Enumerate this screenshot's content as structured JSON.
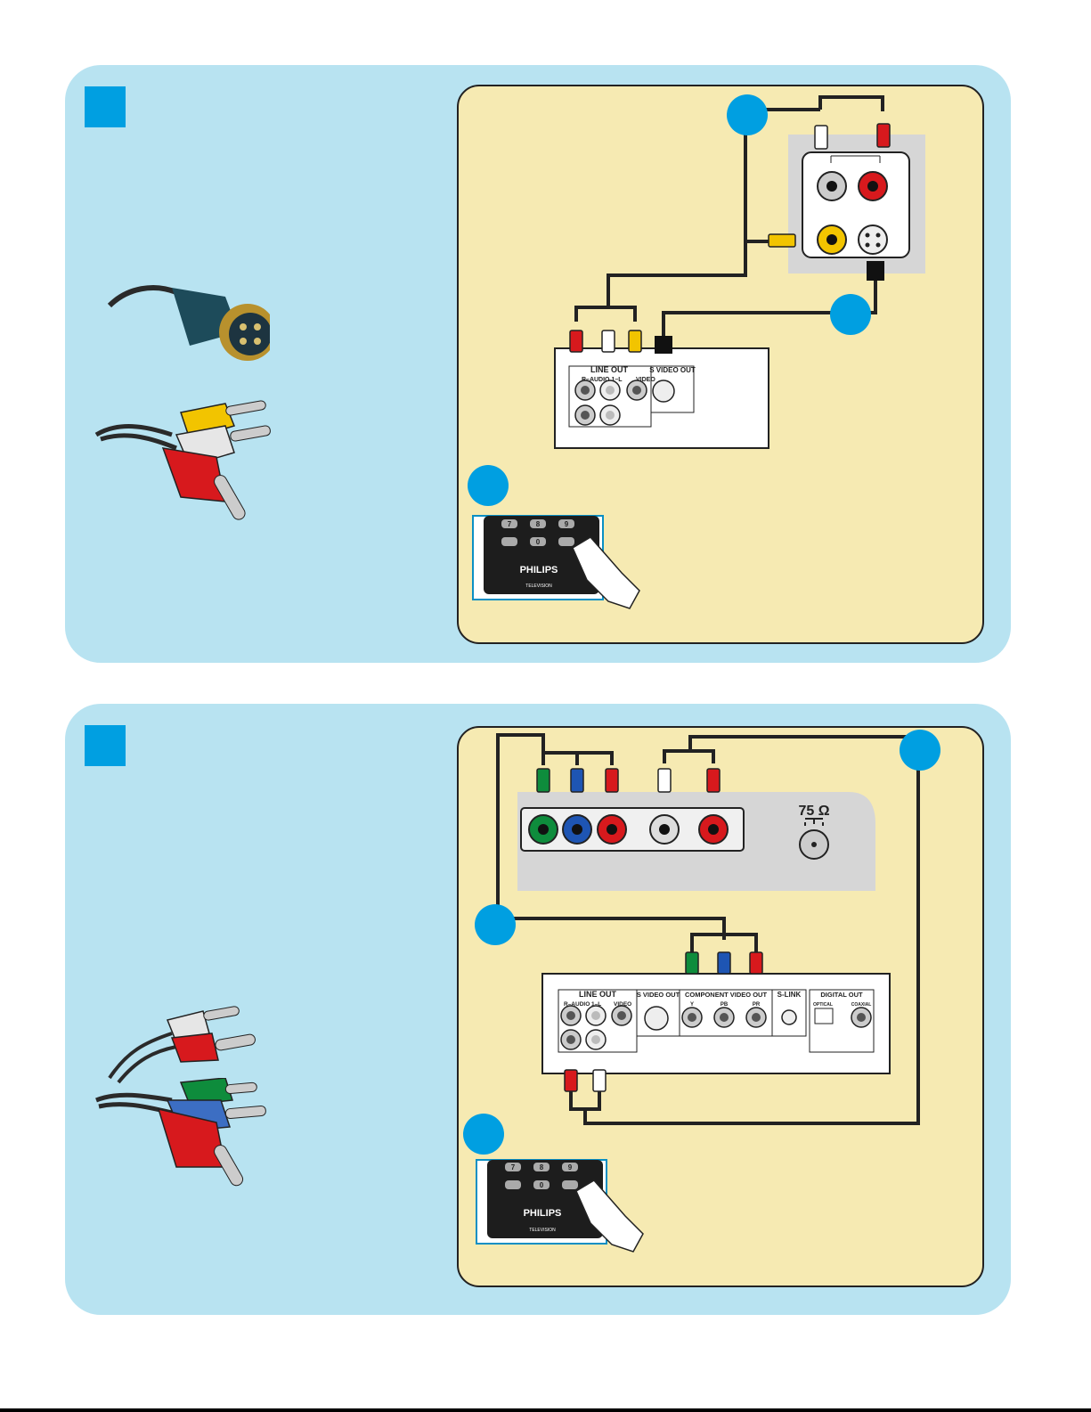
{
  "sections": [
    {
      "device_panel": {
        "line_out": "LINE OUT",
        "audio": "R–AUDIO 1–L",
        "video": "VIDEO",
        "s_video_out": "S VIDEO OUT"
      },
      "remote": {
        "keys": [
          "7",
          "8",
          "9",
          "0"
        ],
        "brand": "PHILIPS",
        "sub": "TELEVISION"
      },
      "icons": [
        "s-video-cable-icon",
        "composite-av-cable-icon",
        "remote-control-icon",
        "hand-pressing-icon"
      ]
    },
    {
      "tv_panel": {
        "antenna": "75 Ω"
      },
      "device_panel": {
        "line_out": "LINE OUT",
        "audio": "R–AUDIO 1–L",
        "video": "VIDEO",
        "s_video_out": "S VIDEO OUT",
        "component": "COMPONENT VIDEO OUT",
        "y": "Y",
        "pb": "PB",
        "pr": "PR",
        "s_link": "S-LINK",
        "digital_out": "DIGITAL OUT",
        "optical": "OPTICAL",
        "coaxial": "COAXIAL"
      },
      "remote": {
        "keys": [
          "7",
          "8",
          "9",
          "0"
        ],
        "brand": "PHILIPS",
        "sub": "TELEVISION"
      },
      "icons": [
        "audio-cable-icon",
        "component-video-cable-icon",
        "remote-control-icon",
        "hand-pressing-icon"
      ]
    }
  ],
  "colors": {
    "panel_bg": "#b8e3f1",
    "diagram_bg": "#f6eab2",
    "step_blue": "#009fe1",
    "red": "#d7191d",
    "yellow": "#f2c400",
    "green": "#0e8c3c",
    "blue": "#1e55b3"
  }
}
